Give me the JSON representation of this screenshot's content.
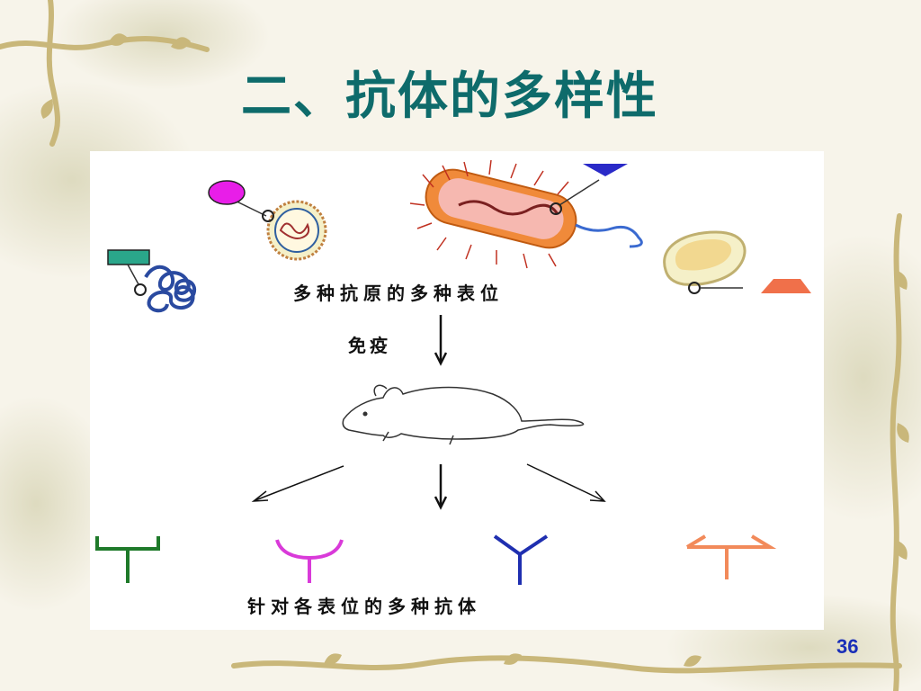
{
  "slide": {
    "title": "二、抗体的多样性",
    "page_number": "36"
  },
  "diagram": {
    "epitopes_label": "多种抗原的多种表位",
    "immunize_label": "免疫",
    "antibodies_label": "针对各表位的多种抗体"
  },
  "colors": {
    "title": "#0e6b6b",
    "page_number": "#1a2fb8",
    "antibody_1": "#1f7a2a",
    "antibody_2": "#d93ad9",
    "antibody_3": "#1f2fb0",
    "antibody_4": "#f28a5a",
    "epitope_circle": "#e81ee8",
    "epitope_rect": "#2aa68a",
    "epitope_triangle": "#2a2ac8",
    "epitope_trapezoid": "#f0704a"
  }
}
